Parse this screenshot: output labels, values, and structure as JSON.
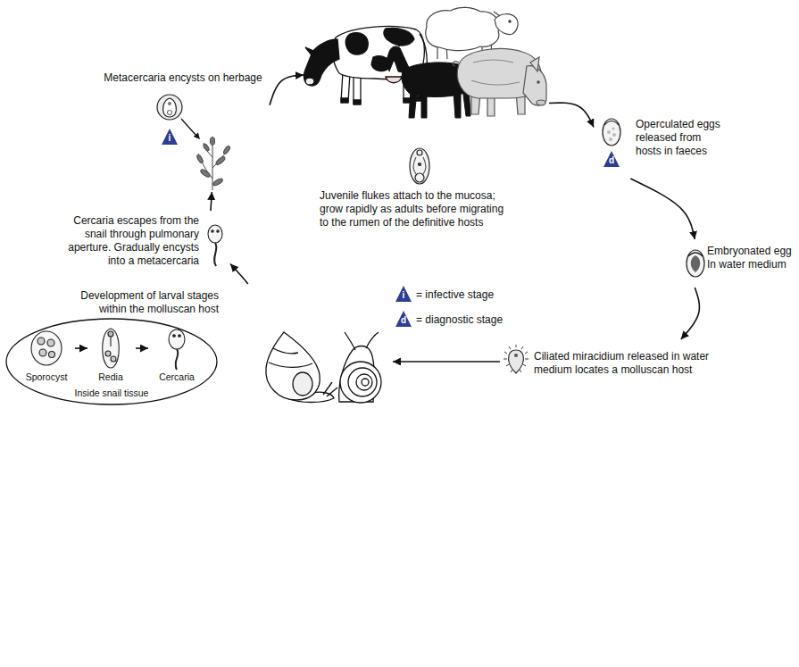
{
  "diagram": {
    "nodes": [
      {
        "text": [
          "Metacercaria encysts on herbage"
        ]
      },
      {
        "text": [
          "Juvenile flukes attach to the mucosa; grow rapidly as adults before migrating to the rumen of the definitive hosts"
        ]
      },
      {
        "text": [
          "Operculated eggs released from hosts in faeces"
        ]
      },
      {
        "text": [
          "Embryonated egg In water medium"
        ]
      },
      {
        "text": [
          "Ciliated miracidium released in water medium locates a molluscan host"
        ]
      },
      {
        "text": [
          "Development of larval stages within the molluscan host",
          "Inside snail tissue"
        ]
      },
      {
        "text": [
          "Sporocyst"
        ],
        "in": 5
      },
      {
        "text": [
          "Redia"
        ],
        "in": 5
      },
      {
        "text": [
          "Cercaria"
        ],
        "in": 5
      },
      {
        "text": [
          "Cercaria escapes from the snail through pulmonary aperture. Gradually encysts into a metacercaria"
        ]
      }
    ],
    "edges": [
      {
        "from": 0,
        "to": 1,
        "arrow": "to"
      },
      {
        "from": 1,
        "to": 2,
        "arrow": "to"
      },
      {
        "from": 2,
        "to": 3,
        "arrow": "to"
      },
      {
        "from": 3,
        "to": 4,
        "arrow": "to"
      },
      {
        "from": 4,
        "to": 5,
        "arrow": "to"
      },
      {
        "from": 6,
        "to": 7,
        "arrow": "to"
      },
      {
        "from": 7,
        "to": 8,
        "arrow": "to"
      },
      {
        "from": 5,
        "to": 9,
        "arrow": "to"
      },
      {
        "from": 9,
        "to": 0,
        "arrow": "to"
      }
    ],
    "labels": [
      "i",
      "d",
      "i",
      "d"
    ],
    "legend": [
      {
        "text": "= infective stage"
      },
      {
        "text": "= diagnostic stage"
      }
    ]
  }
}
